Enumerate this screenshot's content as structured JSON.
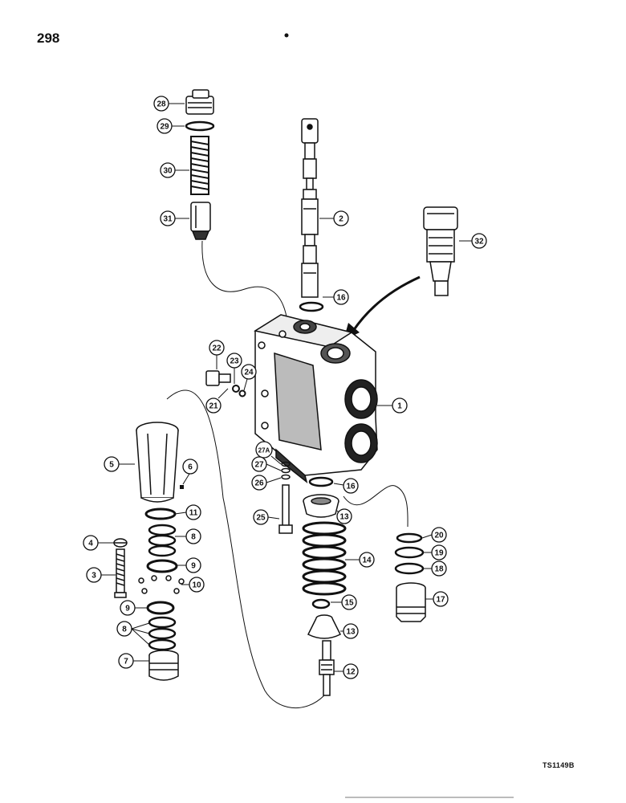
{
  "page_number": "298",
  "figure_code": "TS1149B",
  "callouts": [
    {
      "id": "c28",
      "label": "28"
    },
    {
      "id": "c29",
      "label": "29"
    },
    {
      "id": "c30",
      "label": "30"
    },
    {
      "id": "c31",
      "label": "31"
    },
    {
      "id": "c2",
      "label": "2"
    },
    {
      "id": "c32",
      "label": "32"
    },
    {
      "id": "c16a",
      "label": "16"
    },
    {
      "id": "c22",
      "label": "22"
    },
    {
      "id": "c23",
      "label": "23"
    },
    {
      "id": "c24",
      "label": "24"
    },
    {
      "id": "c21",
      "label": "21"
    },
    {
      "id": "c1",
      "label": "1"
    },
    {
      "id": "c5",
      "label": "5"
    },
    {
      "id": "c6",
      "label": "6"
    },
    {
      "id": "c27A",
      "label": "27A"
    },
    {
      "id": "c27",
      "label": "27"
    },
    {
      "id": "c26",
      "label": "26"
    },
    {
      "id": "c16b",
      "label": "16"
    },
    {
      "id": "c13a",
      "label": "13"
    },
    {
      "id": "c25",
      "label": "25"
    },
    {
      "id": "c11",
      "label": "11"
    },
    {
      "id": "c8a",
      "label": "8"
    },
    {
      "id": "c4",
      "label": "4"
    },
    {
      "id": "c9a",
      "label": "9"
    },
    {
      "id": "c3",
      "label": "3"
    },
    {
      "id": "c10",
      "label": "10"
    },
    {
      "id": "c14",
      "label": "14"
    },
    {
      "id": "c20",
      "label": "20"
    },
    {
      "id": "c19",
      "label": "19"
    },
    {
      "id": "c18",
      "label": "18"
    },
    {
      "id": "c17",
      "label": "17"
    },
    {
      "id": "c15",
      "label": "15"
    },
    {
      "id": "c9b",
      "label": "9"
    },
    {
      "id": "c8b",
      "label": "8"
    },
    {
      "id": "c13b",
      "label": "13"
    },
    {
      "id": "c7",
      "label": "7"
    },
    {
      "id": "c12",
      "label": "12"
    }
  ]
}
